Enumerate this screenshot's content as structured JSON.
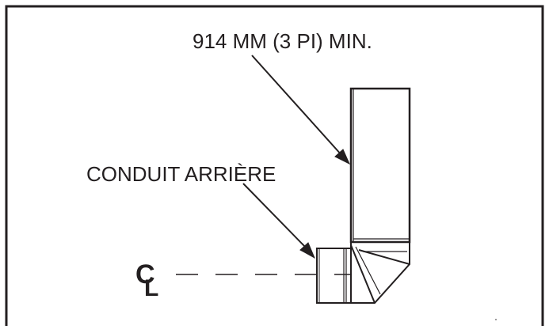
{
  "labels": {
    "min_length": "914 MM (3 PI) MIN.",
    "rear_duct": "CONDUIT ARRIÈRE",
    "centerline_c": "C",
    "centerline_l": "L"
  },
  "colors": {
    "line": "#231f20",
    "background": "#ffffff"
  }
}
